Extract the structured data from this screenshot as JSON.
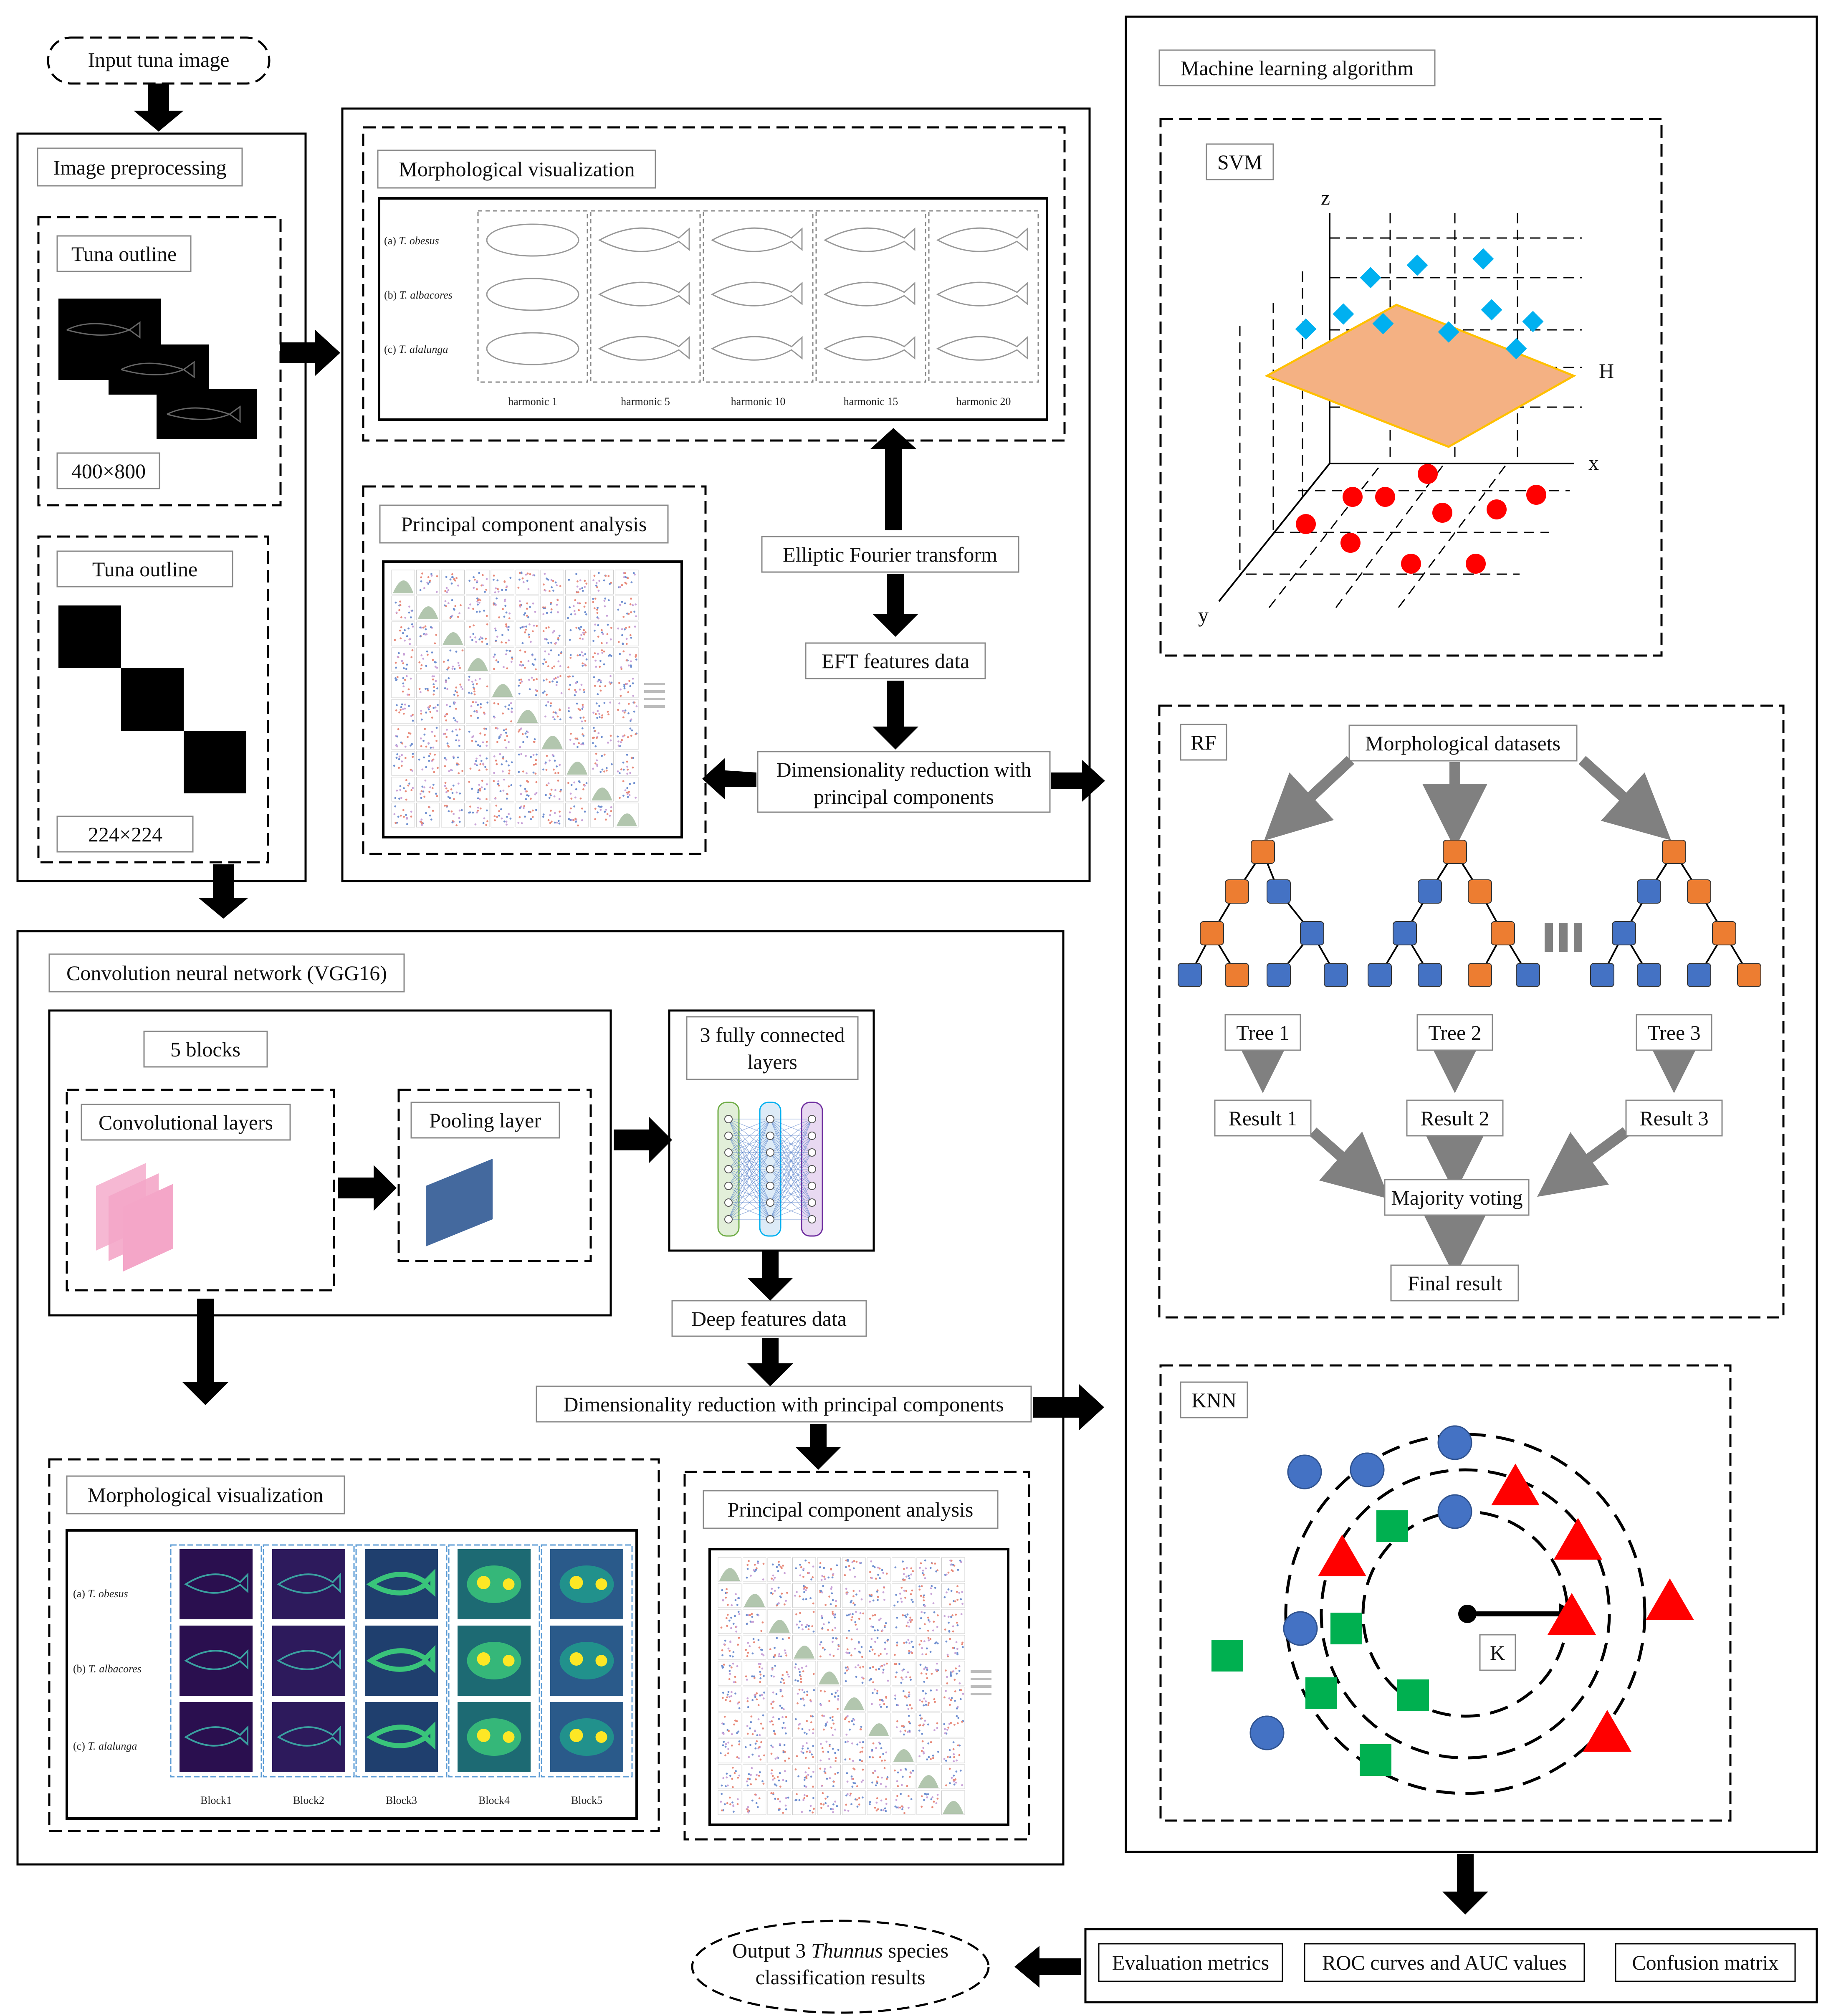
{
  "input": "Input tuna image",
  "output": {
    "line1_pre": "Output 3 ",
    "line1_italic": "Thunnus",
    "line1_post": " species",
    "line2": "classification results"
  },
  "preprocess": {
    "title": "Image preprocessing",
    "outline1": "Tuna outline",
    "size1": "400×800",
    "outline2": "Tuna outline",
    "size2": "224×224"
  },
  "eft": {
    "morph_title": "Morphological visualization",
    "species": [
      {
        "prefix": "(a) ",
        "name": "T. obesus"
      },
      {
        "prefix": "(b) ",
        "name": "T. albacores"
      },
      {
        "prefix": "(c) ",
        "name": "T. alalunga"
      }
    ],
    "harmonics": [
      "harmonic 1",
      "harmonic 5",
      "harmonic 10",
      "harmonic 15",
      "harmonic 20"
    ],
    "pca_title": "Principal component analysis",
    "transform": "Elliptic Fourier transform",
    "features": "EFT features data",
    "reduction_line1": "Dimensionality reduction with",
    "reduction_line2": "principal components"
  },
  "cnn": {
    "title": "Convolution neural network (VGG16)",
    "blocks": "5 blocks",
    "conv": "Convolutional layers",
    "pool": "Pooling layer",
    "fc_line1": "3 fully connected",
    "fc_line2": "layers",
    "deep": "Deep features data",
    "reduction": "Dimensionality reduction with principal components",
    "morph_title": "Morphological visualization",
    "block_labels": [
      "Block1",
      "Block2",
      "Block3",
      "Block4",
      "Block5"
    ],
    "pca_title": "Principal component analysis"
  },
  "ml": {
    "title": "Machine learning algorithm",
    "svm": {
      "label": "SVM",
      "axis_z": "z",
      "axis_x": "x",
      "axis_y": "y",
      "plane": "H"
    },
    "rf": {
      "label": "RF",
      "datasets": "Morphological datasets",
      "trees": [
        "Tree 1",
        "Tree 2",
        "Tree 3"
      ],
      "results": [
        "Result 1",
        "Result 2",
        "Result 3"
      ],
      "voting": "Majority voting",
      "final": "Final result"
    },
    "knn": {
      "label": "KNN",
      "k": "K"
    }
  },
  "evaluation": [
    "Evaluation metrics",
    "ROC curves and AUC values",
    "Confusion matrix"
  ],
  "colors": {
    "orange": "#ed7d31",
    "blue": "#4472c4",
    "red": "#ff0000",
    "green": "#00b050",
    "cyan": "#00b0f0",
    "plane": "#f4b183",
    "gray_arrow": "#808080",
    "pink": "#f4a6c8",
    "pool": "#44699e"
  }
}
